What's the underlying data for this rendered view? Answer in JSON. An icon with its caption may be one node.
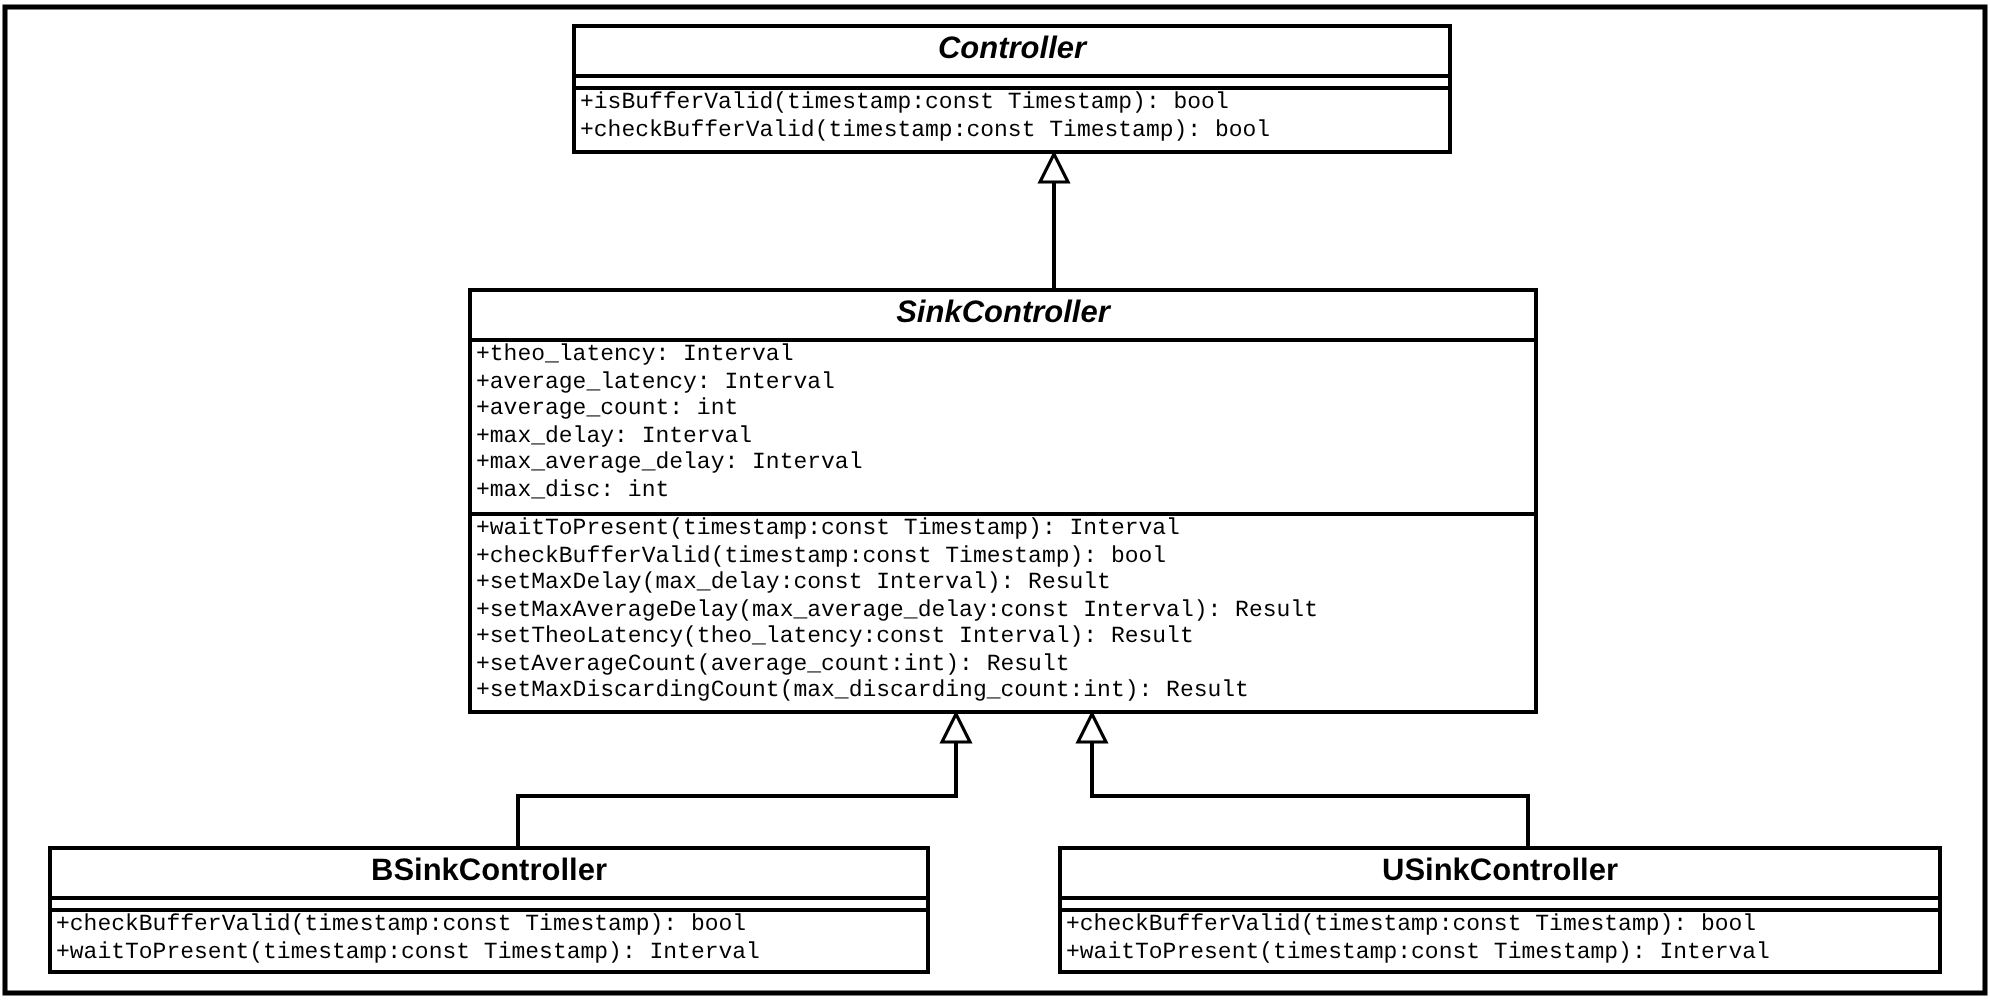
{
  "diagram": {
    "nodes": [
      {
        "text": [
          "Controller"
        ]
      },
      {
        "text": [],
        "shape": "box",
        "in": 0
      },
      {
        "text": [
          "+isBufferValid(timestamp:const Timestamp): bool",
          "+checkBufferValid(timestamp:const Timestamp): bool"
        ],
        "in": 0
      },
      {
        "text": [
          "SinkController"
        ]
      },
      {
        "text": [
          "+theo_latency: Interval",
          "+average_latency: Interval",
          "+average_count: int",
          "+max_delay: Interval",
          "+max_average_delay: Interval",
          "+max_disc: int"
        ],
        "in": 3
      },
      {
        "text": [
          "+waitToPresent(timestamp:const Timestamp): Interval",
          "+checkBufferValid(timestamp:const Timestamp): bool",
          "+setMaxDelay(max_delay:const Interval): Result",
          "+setMaxAverageDelay(max_average_delay:const Interval): Result",
          "+setTheoLatency(theo_latency:const Interval): Result",
          "+setAverageCount(average_count:int): Result",
          "+setMaxDiscardingCount(max_discarding_count:int): Result"
        ],
        "in": 3
      },
      {
        "text": [
          "BSinkController"
        ]
      },
      {
        "text": [],
        "shape": "box",
        "in": 6
      },
      {
        "text": [
          "+checkBufferValid(timestamp:const Timestamp): bool",
          "+waitToPresent(timestamp:const Timestamp): Interval"
        ],
        "in": 6
      },
      {
        "text": [
          "USinkController"
        ]
      },
      {
        "text": [],
        "shape": "box",
        "in": 9
      },
      {
        "text": [
          "+checkBufferValid(timestamp:const Timestamp): bool",
          "+waitToPresent(timestamp:const Timestamp): Interval"
        ],
        "in": 9
      }
    ],
    "edges": [
      {
        "from": 3,
        "to": 0,
        "arrow": "to"
      },
      {
        "from": 6,
        "to": 3,
        "arrow": "to"
      },
      {
        "from": 9,
        "to": 3,
        "arrow": "to"
      }
    ]
  }
}
